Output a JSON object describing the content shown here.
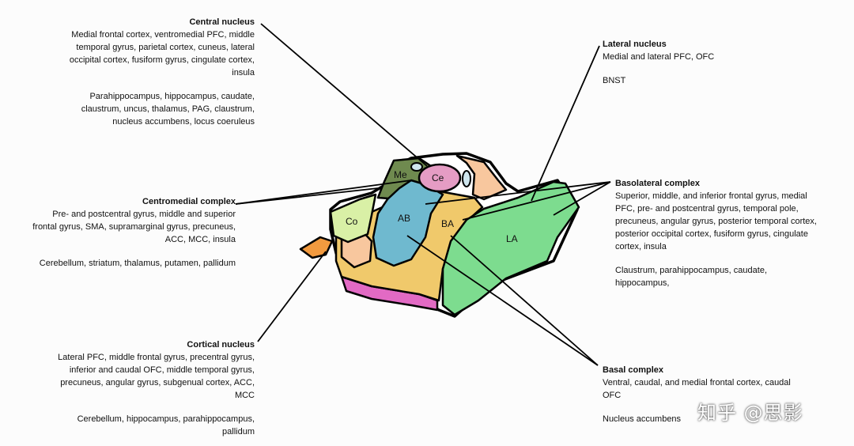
{
  "central": {
    "title": "Central nucleus",
    "p1_lines": [
      "Medial frontal cortex, ventromedial PFC, middle",
      "temporal gyrus, parietal cortex, cuneus, lateral",
      "occipital cortex, fusiform gyrus, cingulate cortex,",
      "insula"
    ],
    "p2_lines": [
      "Parahippocampus, hippocampus,  caudate,",
      "claustrum, uncus, thalamus, PAG, claustrum,",
      "nucleus accumbens, locus coeruleus"
    ]
  },
  "centromedial": {
    "title": "Centromedial complex",
    "p1_lines": [
      "Pre- and postcentral gyrus, middle and superior",
      "frontal gyrus, SMA, supramarginal gyrus, precuneus,",
      "ACC, MCC, insula"
    ],
    "p2_lines": [
      "Cerebellum, striatum, thalamus, putamen, pallidum"
    ]
  },
  "cortical": {
    "title": "Cortical nucleus",
    "p1_lines": [
      "Lateral PFC, middle frontal gyrus, precentral gyrus,",
      "inferior and caudal OFC, middle temporal gyrus,",
      "precuneus, angular gyrus, subgenual cortex, ACC,",
      "MCC"
    ],
    "p2_lines": [
      "Cerebellum, hippocampus, parahippocampus,",
      "pallidum"
    ]
  },
  "lateral": {
    "title": "Lateral nucleus",
    "p1_lines": [
      "Medial and lateral PFC, OFC"
    ],
    "p2_lines": [
      "BNST"
    ]
  },
  "basolateral": {
    "title": "Basolateral complex",
    "p1_lines": [
      "Superior, middle, and inferior frontal gyrus, medial",
      "PFC, pre- and postcentral gyrus, temporal pole,",
      "precuneus, angular gyrus, posterior temporal cortex,",
      "posterior occipital cortex, fusiform gyrus, cingulate",
      "cortex, insula"
    ],
    "p2_lines": [
      "Claustrum, parahippocampus, caudate,",
      "hippocampus,"
    ]
  },
  "basal": {
    "title": "Basal complex",
    "p1_lines": [
      "Ventral, caudal, and medial frontal cortex, caudal",
      "OFC"
    ],
    "p2_lines": [
      "Nucleus accumbens"
    ]
  },
  "regions": {
    "me": "Me",
    "ce": "Ce",
    "co": "Co",
    "ab": "AB",
    "ba": "BA",
    "la": "LA"
  },
  "colors": {
    "ce": "#e59cc4",
    "me": "#6f8a4f",
    "co": "#d9f0a6",
    "ab": "#6fb9cf",
    "ba": "#f0c96b",
    "la": "#7ddc8f",
    "peach": "#f8c79e",
    "orange": "#f29a3f",
    "magenta": "#e26ac4",
    "lightblue": "#cfe6ee"
  },
  "watermark": "知乎 @思影"
}
